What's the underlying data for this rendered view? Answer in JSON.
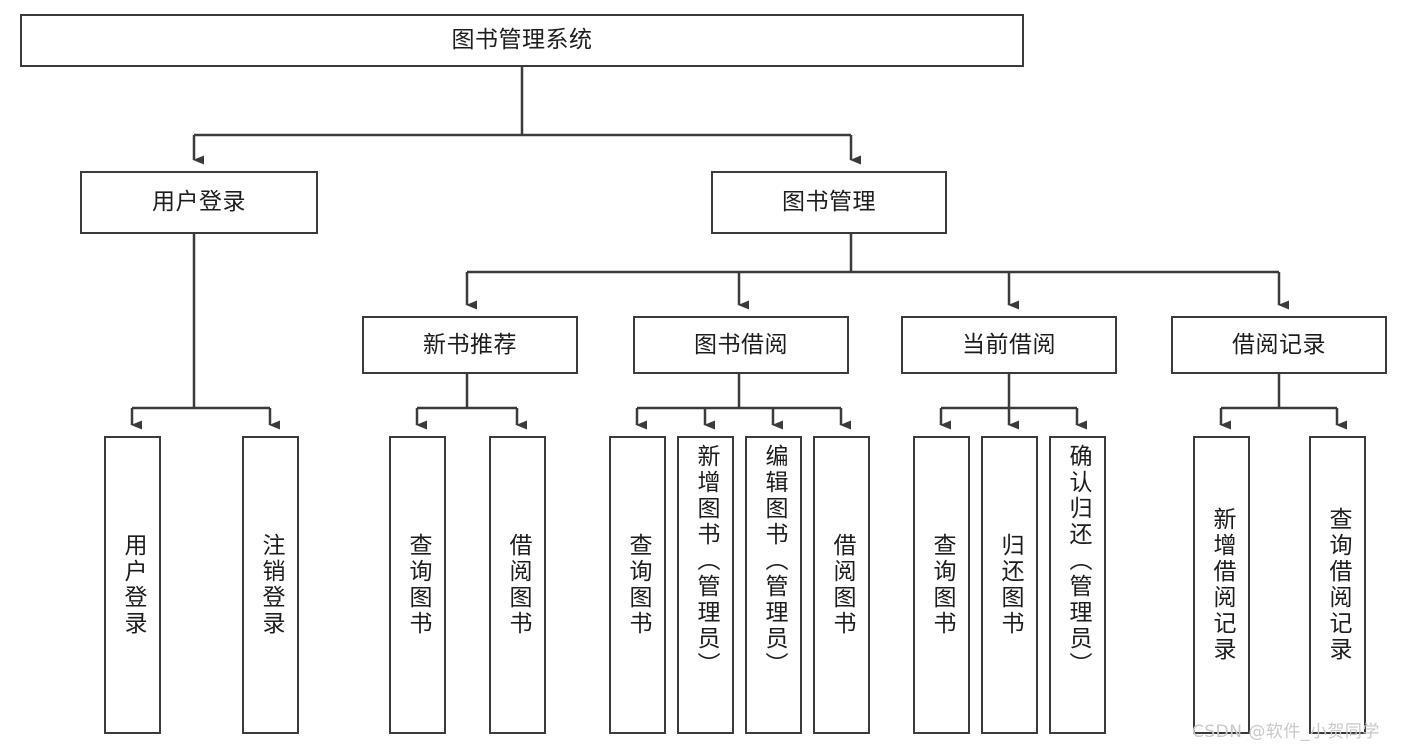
{
  "diagram": {
    "title_node": {
      "label": "图书管理系统"
    },
    "level2": [
      {
        "label": "用户登录"
      },
      {
        "label": "图书管理"
      }
    ],
    "level3": [
      {
        "label": "新书推荐"
      },
      {
        "label": "图书借阅"
      },
      {
        "label": "当前借阅"
      },
      {
        "label": "借阅记录"
      }
    ],
    "leaves": {
      "user_login": [
        {
          "label": "用户登录"
        },
        {
          "label": "注销登录"
        }
      ],
      "new_book_recommend": [
        {
          "label": "查询图书"
        },
        {
          "label": "借阅图书"
        }
      ],
      "book_borrow": [
        {
          "label": "查询图书"
        },
        {
          "label": "新增图书（管理员）"
        },
        {
          "label": "编辑图书（管理员）"
        },
        {
          "label": "借阅图书"
        }
      ],
      "current_borrow": [
        {
          "label": "查询图书"
        },
        {
          "label": "归还图书"
        },
        {
          "label": "确认归还（管理员）"
        }
      ],
      "borrow_record": [
        {
          "label": "新增借阅记录"
        },
        {
          "label": "查询借阅记录"
        }
      ]
    },
    "watermark": {
      "text": "CSDN @软件_小贺同学"
    },
    "colors": {
      "line": "#3b3b3b",
      "box_fill": "#ffffff",
      "text": "#1d1d1d",
      "watermark": "#c9c9c9",
      "background": "#ffffff"
    }
  }
}
